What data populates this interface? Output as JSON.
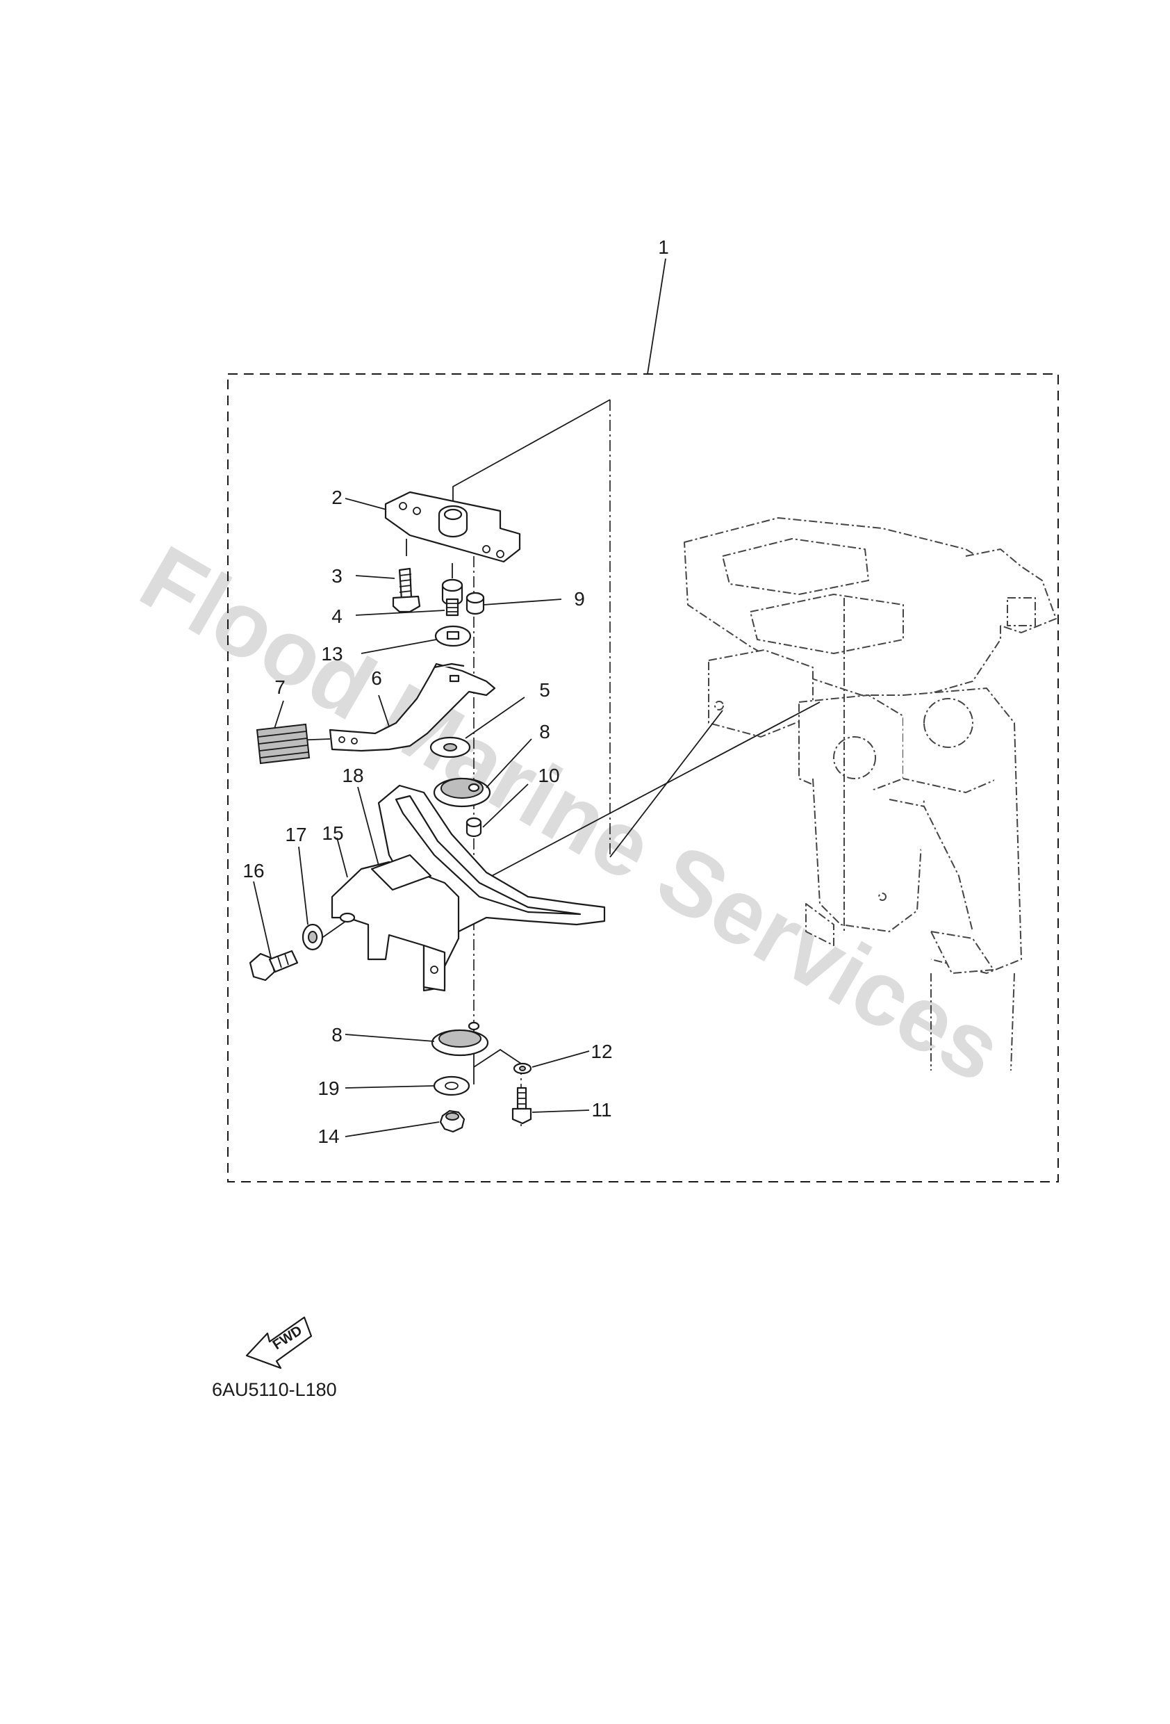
{
  "watermark": "Flood Marine Services",
  "diagram_code": "6AU5110-L180",
  "fwd_label": "FWD",
  "callouts": [
    {
      "id": "1",
      "label": "1"
    },
    {
      "id": "2",
      "label": "2"
    },
    {
      "id": "3",
      "label": "3"
    },
    {
      "id": "4",
      "label": "4"
    },
    {
      "id": "5",
      "label": "5"
    },
    {
      "id": "6",
      "label": "6"
    },
    {
      "id": "7",
      "label": "7"
    },
    {
      "id": "8a",
      "label": "8"
    },
    {
      "id": "8b",
      "label": "8"
    },
    {
      "id": "9",
      "label": "9"
    },
    {
      "id": "10",
      "label": "10"
    },
    {
      "id": "11",
      "label": "11"
    },
    {
      "id": "12",
      "label": "12"
    },
    {
      "id": "13",
      "label": "13"
    },
    {
      "id": "14",
      "label": "14"
    },
    {
      "id": "15",
      "label": "15"
    },
    {
      "id": "16",
      "label": "16"
    },
    {
      "id": "17",
      "label": "17"
    },
    {
      "id": "18",
      "label": "18"
    },
    {
      "id": "19",
      "label": "19"
    }
  ],
  "colors": {
    "line": "#1a1a1a",
    "watermark": "#dcdcdc",
    "fill_part": "#bdbdbd",
    "background": "#ffffff"
  }
}
